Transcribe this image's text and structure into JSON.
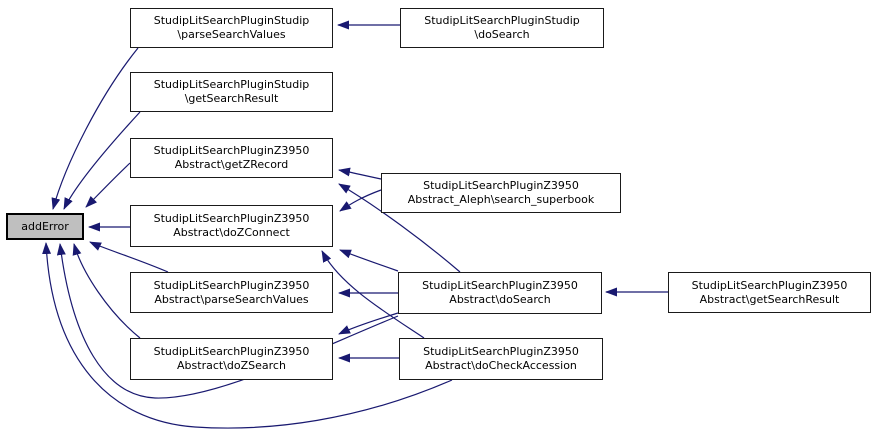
{
  "diagram": {
    "type": "doxygen-caller-graph",
    "colors": {
      "background": "#ffffff",
      "edge": "#191970",
      "node_border": "#1a1a1a",
      "node_fill": "#ffffff",
      "focus_node_fill": "#bfbfbf"
    },
    "focus_node": "addError",
    "nodes": {
      "addError": {
        "label": "addError"
      },
      "studipParse": {
        "label": "StudipLitSearchPluginStudip\n\\parseSearchValues"
      },
      "studipDoSearch": {
        "label": "StudipLitSearchPluginStudip\n\\doSearch"
      },
      "studipGetResult": {
        "label": "StudipLitSearchPluginStudip\n\\getSearchResult"
      },
      "getZRecord": {
        "label": "StudipLitSearchPluginZ3950\nAbstract\\getZRecord"
      },
      "searchSuperbook": {
        "label": "StudipLitSearchPluginZ3950\nAbstract_Aleph\\search_superbook"
      },
      "doZConnect": {
        "label": "StudipLitSearchPluginZ3950\nAbstract\\doZConnect"
      },
      "parseSearchValues": {
        "label": "StudipLitSearchPluginZ3950\nAbstract\\parseSearchValues"
      },
      "doSearch": {
        "label": "StudipLitSearchPluginZ3950\nAbstract\\doSearch"
      },
      "getSearchResult": {
        "label": "StudipLitSearchPluginZ3950\nAbstract\\getSearchResult"
      },
      "doZSearch": {
        "label": "StudipLitSearchPluginZ3950\nAbstract\\doZSearch"
      },
      "doCheckAccession": {
        "label": "StudipLitSearchPluginZ3950\nAbstract\\doCheckAccession"
      }
    },
    "edges": [
      {
        "from": "studipParse",
        "to": "addError"
      },
      {
        "from": "studipDoSearch",
        "to": "studipParse"
      },
      {
        "from": "studipGetResult",
        "to": "addError"
      },
      {
        "from": "getZRecord",
        "to": "addError"
      },
      {
        "from": "searchSuperbook",
        "to": "getZRecord"
      },
      {
        "from": "searchSuperbook",
        "to": "doZConnect"
      },
      {
        "from": "doZConnect",
        "to": "addError"
      },
      {
        "from": "doSearch",
        "to": "getZRecord"
      },
      {
        "from": "doSearch",
        "to": "doZConnect"
      },
      {
        "from": "doCheckAccession",
        "to": "doZConnect"
      },
      {
        "from": "doSearch",
        "to": "parseSearchValues"
      },
      {
        "from": "parseSearchValues",
        "to": "addError"
      },
      {
        "from": "doSearch",
        "to": "doZSearch"
      },
      {
        "from": "doCheckAccession",
        "to": "doZSearch"
      },
      {
        "from": "doZSearch",
        "to": "addError"
      },
      {
        "from": "doSearch",
        "to": "addError"
      },
      {
        "from": "doCheckAccession",
        "to": "addError"
      },
      {
        "from": "getSearchResult",
        "to": "doSearch"
      }
    ]
  }
}
